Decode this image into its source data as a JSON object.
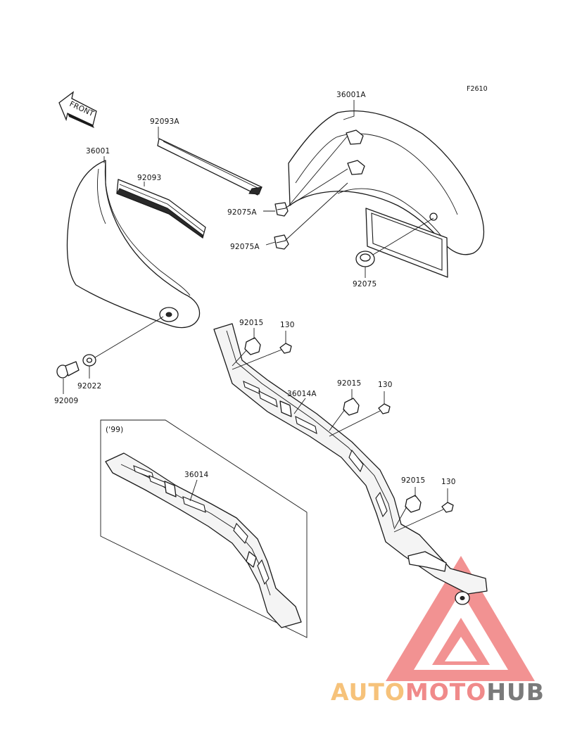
{
  "diagram": {
    "figure_code": "F2610",
    "front_arrow_label": "FRONT",
    "year_note": "('99)",
    "labels": {
      "p36001": "36001",
      "p36001A": "36001A",
      "p92093A": "92093A",
      "p92093": "92093",
      "p92075A_1": "92075A",
      "p92075A_2": "92075A",
      "p92075": "92075",
      "p92022": "92022",
      "p92009": "92009",
      "p92015_1": "92015",
      "p92015_2": "92015",
      "p92015_3": "92015",
      "p130_1": "130",
      "p130_2": "130",
      "p130_3": "130",
      "p36014A": "36014A",
      "p36014": "36014"
    }
  },
  "watermark": {
    "text_auto": "AUTO",
    "text_moto": "MOTO",
    "text_hub": "HUB",
    "colors": {
      "auto": "#f6c27a",
      "moto": "#f08a8a",
      "hub": "#7a7a7a",
      "triangle": "#f08080"
    }
  }
}
